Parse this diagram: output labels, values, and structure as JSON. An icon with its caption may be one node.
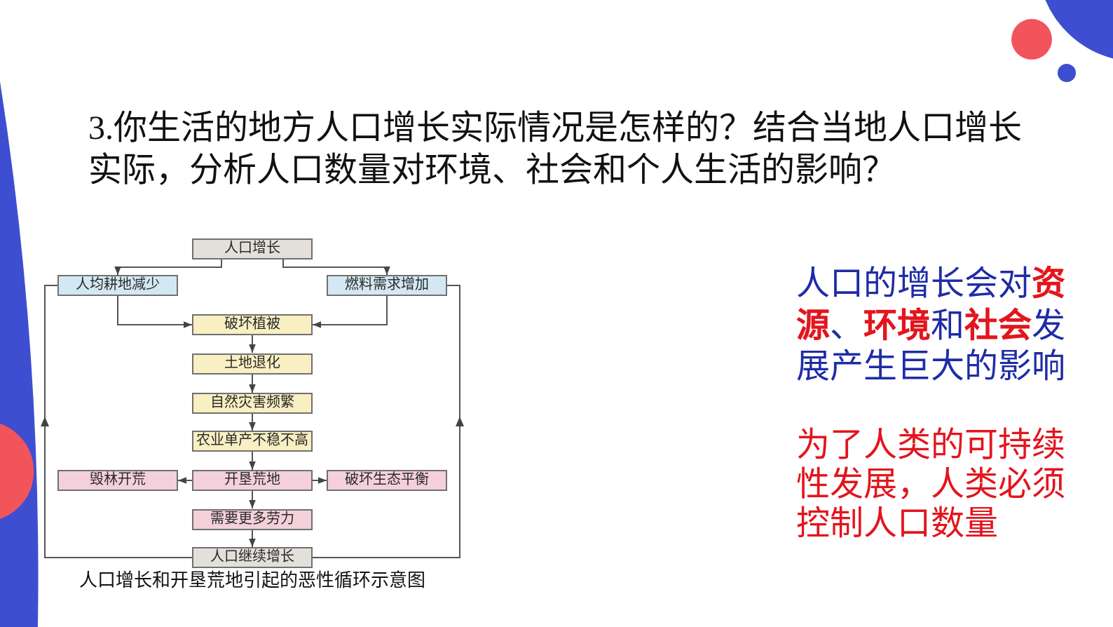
{
  "diagram": {
    "title": "3.你生活的地方人口增长实际情况是怎样的？结合当地人口增长实际，分析人口数量对环境、社会和个人生活的影响？",
    "caption": "人口增长和开垦荒地引起的恶性循环示意图",
    "nodes": [
      {
        "text": [
          "人口增长"
        ]
      },
      {
        "text": [
          "人均耕地减少"
        ]
      },
      {
        "text": [
          "燃料需求增加"
        ]
      },
      {
        "text": [
          "破坏植被"
        ]
      },
      {
        "text": [
          "土地退化"
        ]
      },
      {
        "text": [
          "自然灾害频繁"
        ]
      },
      {
        "text": [
          "农业单产不稳不高"
        ]
      },
      {
        "text": [
          "毁林开荒"
        ]
      },
      {
        "text": [
          "开垦荒地"
        ]
      },
      {
        "text": [
          "破坏生态平衡"
        ]
      },
      {
        "text": [
          "需要更多劳力"
        ]
      },
      {
        "text": [
          "人口继续增长"
        ]
      }
    ],
    "edges": [
      {
        "from": 0,
        "to": 1,
        "arrow": "to"
      },
      {
        "from": 0,
        "to": 2,
        "arrow": "to"
      },
      {
        "from": 1,
        "to": 3,
        "arrow": "to"
      },
      {
        "from": 2,
        "to": 3,
        "arrow": "to"
      },
      {
        "from": 3,
        "to": 4,
        "arrow": "to"
      },
      {
        "from": 4,
        "to": 5,
        "arrow": "to"
      },
      {
        "from": 5,
        "to": 6,
        "arrow": "to"
      },
      {
        "from": 6,
        "to": 8,
        "arrow": "to"
      },
      {
        "from": 8,
        "to": 7,
        "arrow": "to"
      },
      {
        "from": 8,
        "to": 9,
        "arrow": "to"
      },
      {
        "from": 8,
        "to": 10,
        "arrow": "to"
      },
      {
        "from": 10,
        "to": 11,
        "arrow": "to"
      },
      {
        "from": 11,
        "to": 1,
        "arrow": "to"
      },
      {
        "from": 11,
        "to": 2,
        "arrow": "to"
      }
    ],
    "labels": [
      "人口的增长会对**资源**、**环境**和**社会**发展产生巨大的影响",
      "为了人类的可持续性发展，人类必须控制人口数量"
    ]
  }
}
